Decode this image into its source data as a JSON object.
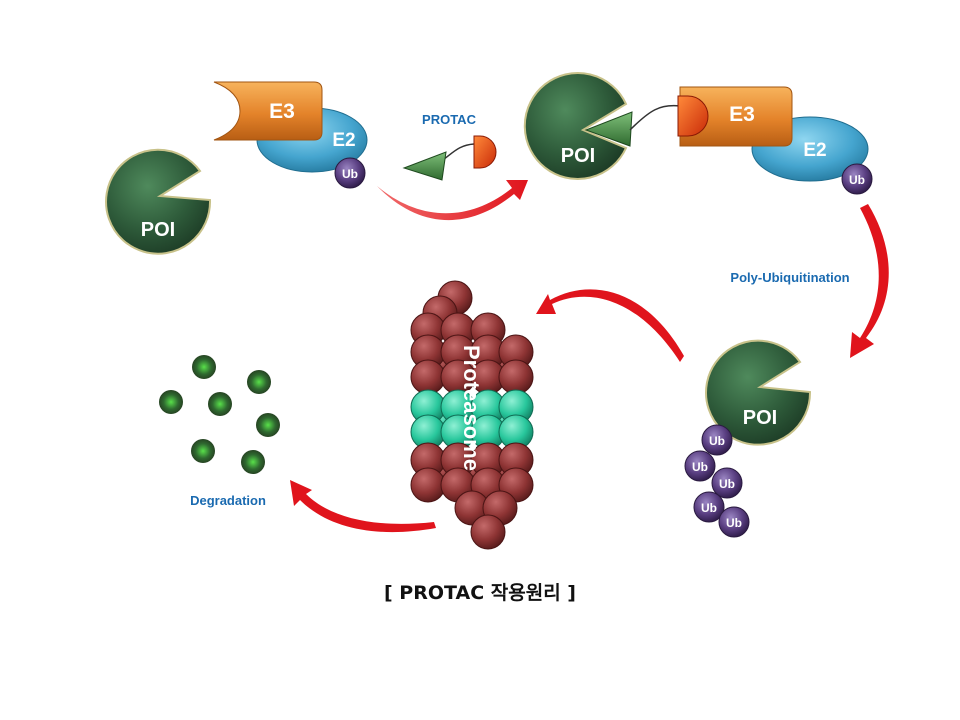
{
  "labels": {
    "e3": "E3",
    "e2": "E2",
    "ub": "Ub",
    "poi": "POI",
    "protac": "PROTAC",
    "poly_ubiquitination": "Poly-Ubiquitination",
    "proteasome": "Proteasome",
    "degradation": "Degradation"
  },
  "caption": "[ PROTAC 작용원리 ]",
  "colors": {
    "poi_green": "#2f5d3b",
    "e3_orange": "#e58a2c",
    "e2_blue": "#4aa8d0",
    "ub_purple": "#5a3f82",
    "arrow_red": "#e0141c",
    "proteasome_red": "#8e3434",
    "proteasome_teal": "#28c79c",
    "label_blue": "#1a6ab0"
  }
}
